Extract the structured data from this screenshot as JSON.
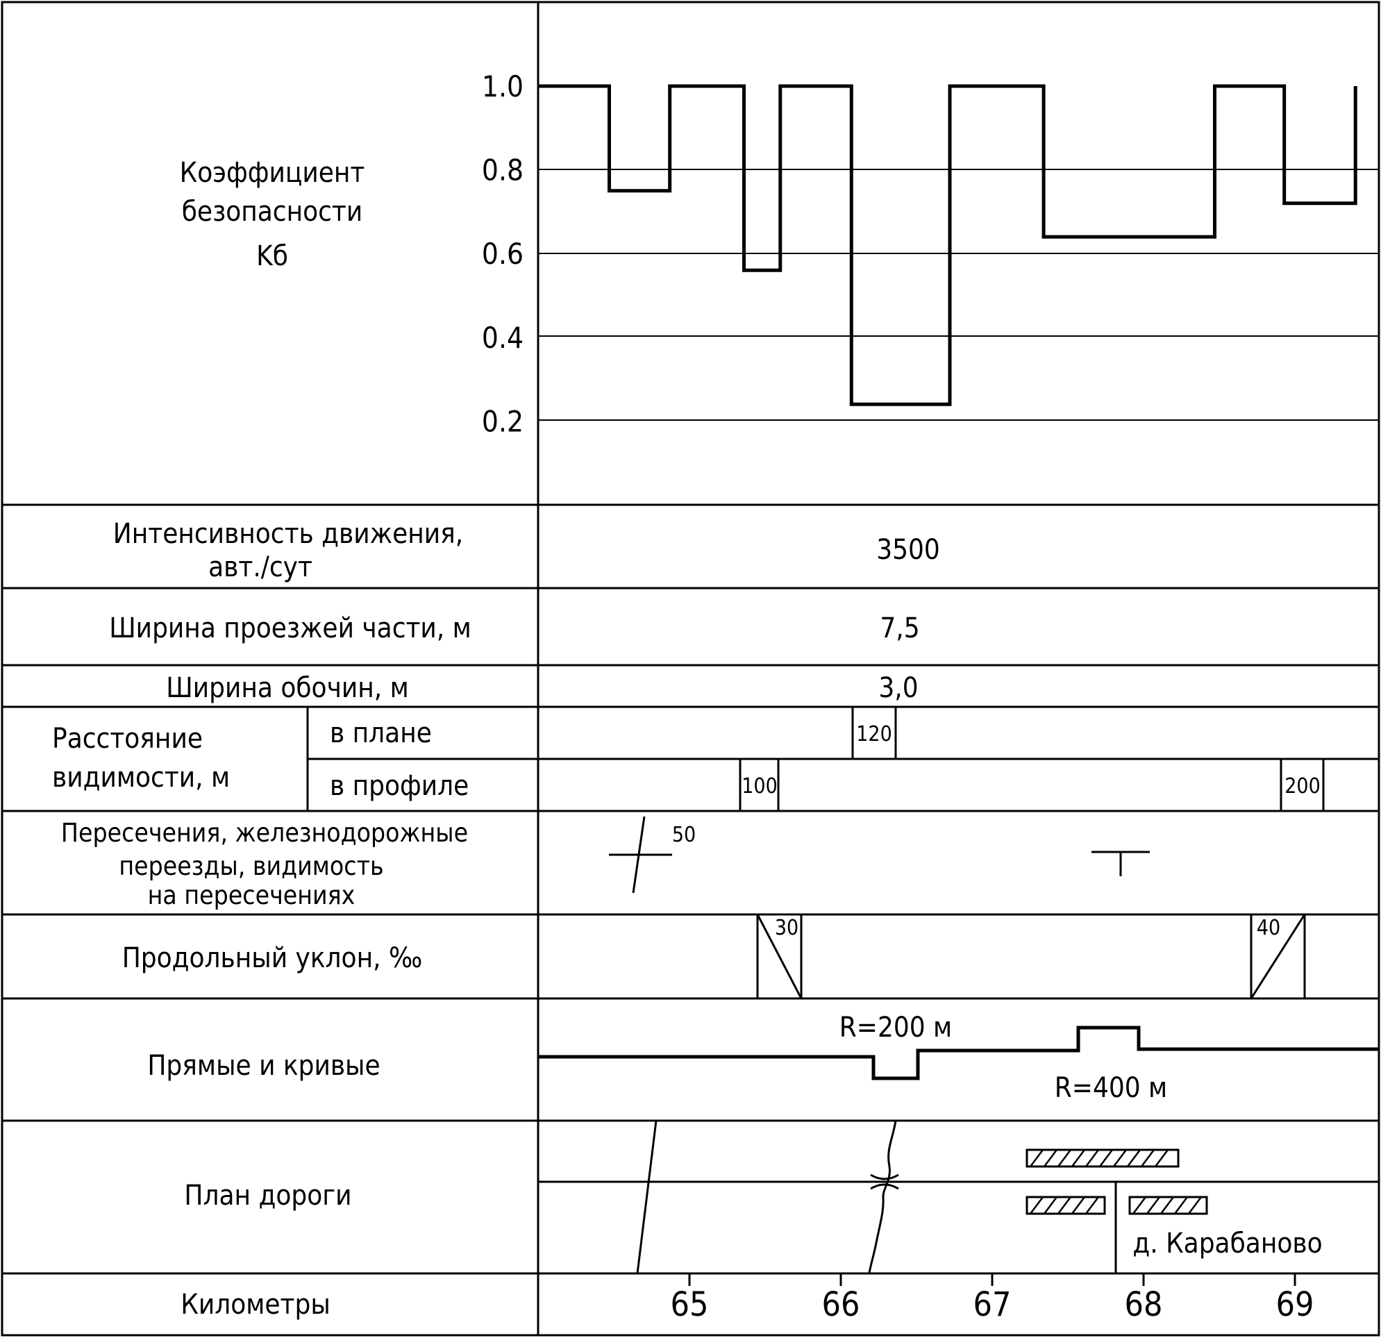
{
  "rows": {
    "kb": {
      "label_lines": [
        "Коэффициент",
        "безопасности",
        "Kб"
      ]
    },
    "intensity": {
      "label_lines": [
        "Интенсивность движения,",
        "авт./сут"
      ],
      "value": "3500"
    },
    "roadway_width": {
      "label": "Ширина проезжей части, м",
      "value": "7,5"
    },
    "shoulder_width": {
      "label": "Ширина обочин, м",
      "value": "3,0"
    },
    "visibility": {
      "label_lines": [
        "Расстояние",
        "видимости, м"
      ],
      "plan_label": "в плане",
      "profile_label": "в профиле",
      "plan_values": [
        "120"
      ],
      "profile_values": [
        "100",
        "200"
      ]
    },
    "crossings": {
      "label_lines": [
        "Пересечения, железнодорожные",
        "переезды, видимость",
        "на пересечениях"
      ],
      "value": "50"
    },
    "slope": {
      "label": "Продольный уклон, ‰",
      "values": [
        "30",
        "40"
      ]
    },
    "curves": {
      "label": "Прямые и кривые",
      "r1": "R=200 м",
      "r2": "R=400 м"
    },
    "plan": {
      "label": "План дороги",
      "village": "д. Карабаново"
    },
    "km": {
      "label": "Километры",
      "values": [
        "65",
        "66",
        "67",
        "68",
        "69"
      ]
    }
  },
  "chart_data": {
    "type": "line",
    "step": true,
    "yticks": [
      "1.0",
      "0.8",
      "0.6",
      "0.4",
      "0.2"
    ],
    "ylim": [
      0,
      1.0
    ],
    "xlim": [
      64.0,
      69.45
    ],
    "x_ticks": [
      65,
      66,
      67,
      68,
      69
    ],
    "series": [
      {
        "x": [
          64.0,
          64.47,
          64.47,
          64.87,
          64.87,
          65.36,
          65.36,
          65.6,
          65.6,
          66.07,
          66.07,
          66.72,
          66.72,
          67.34,
          67.34,
          68.47,
          68.47,
          68.93,
          68.93,
          69.4,
          69.4
        ],
        "y": [
          1.0,
          1.0,
          0.75,
          0.75,
          1.0,
          1.0,
          0.56,
          0.56,
          1.0,
          1.0,
          0.24,
          0.24,
          1.0,
          1.0,
          0.64,
          0.64,
          1.0,
          1.0,
          0.72,
          0.72,
          1.0
        ]
      }
    ]
  }
}
